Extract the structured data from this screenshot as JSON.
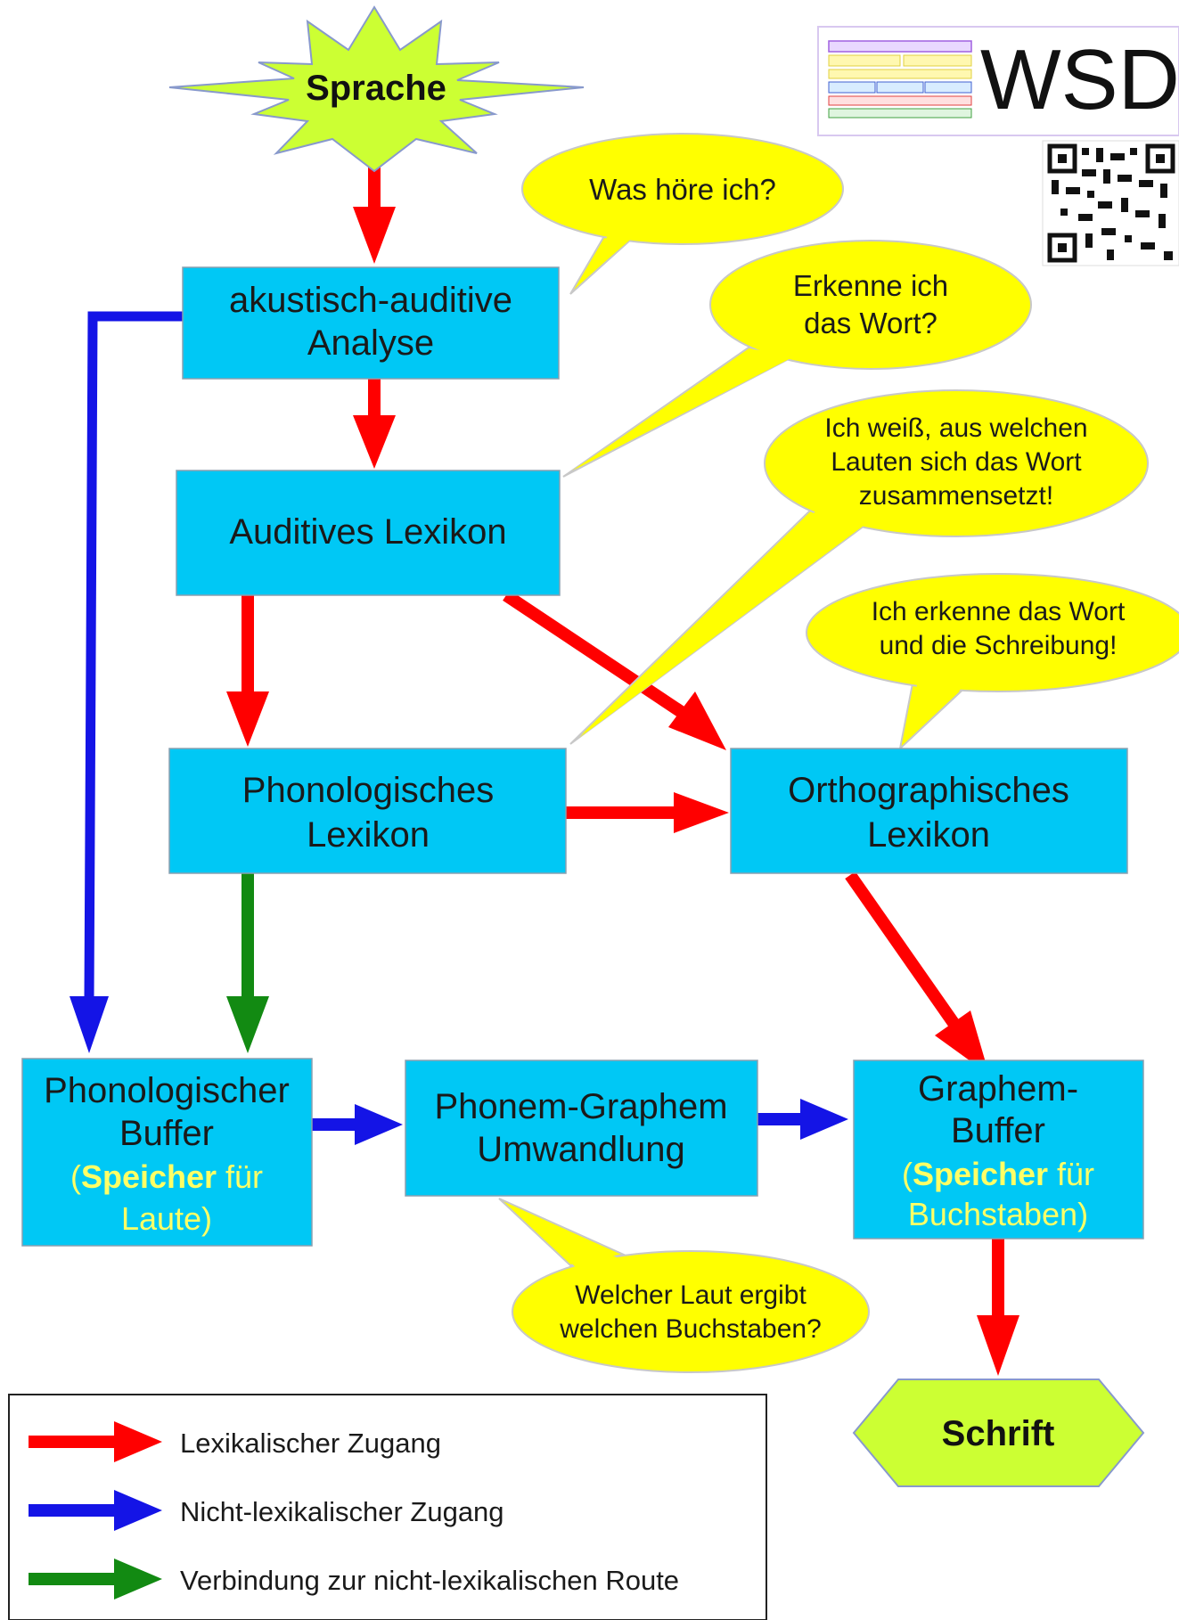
{
  "colors": {
    "box": "#00c8f5",
    "bubble": "#ffff00",
    "star": "#ccff33",
    "lexical": "#ff0000",
    "nonlexical": "#1414e6",
    "connection": "#128a12",
    "highlight": "#ffff66"
  },
  "start": {
    "label": "Sprache"
  },
  "end": {
    "label": "Schrift"
  },
  "boxes": {
    "acoustic": {
      "line1": "akustisch-auditive",
      "line2": "Analyse"
    },
    "auditory_lexicon": {
      "line1": "Auditives Lexikon"
    },
    "phonological_lexicon": {
      "line1": "Phonologisches",
      "line2": "Lexikon"
    },
    "orthographic_lexicon": {
      "line1": "Orthographisches",
      "line2": "Lexikon"
    },
    "phonological_buffer": {
      "line1": "Phonologischer",
      "line2": "Buffer",
      "paren_open": "(",
      "bold": "Speicher",
      "rest": " für",
      "line4": "Laute)"
    },
    "conversion": {
      "line1": "Phonem-Graphem",
      "line2": "Umwandlung"
    },
    "grapheme_buffer": {
      "line1": "Graphem-",
      "line2": "Buffer",
      "paren_open": "(",
      "bold": "Speicher",
      "rest": " für",
      "line4": "Buchstaben)"
    }
  },
  "bubbles": {
    "hear": {
      "line1": "Was höre ich?"
    },
    "recognize": {
      "line1": "Erkenne ich",
      "line2": "das Wort?"
    },
    "sounds": {
      "line1": "Ich weiß, aus welchen",
      "line2": "Lauten sich das Wort",
      "line3": "zusammensetzt!"
    },
    "spelling": {
      "line1": "Ich erkenne das Wort",
      "line2": "und die Schreibung!"
    },
    "letters": {
      "line1": "Welcher Laut ergibt",
      "line2": "welchen Buchstaben?"
    }
  },
  "legend": [
    {
      "label": "Lexikalischer Zugang",
      "color": "#ff0000"
    },
    {
      "label": "Nicht-lexikalischer Zugang",
      "color": "#1414e6"
    },
    {
      "label": "Verbindung zur nicht-lexikalischen Route",
      "color": "#128a12"
    }
  ],
  "logo": {
    "text": "WSD",
    "icon": "qr-code-icon"
  }
}
